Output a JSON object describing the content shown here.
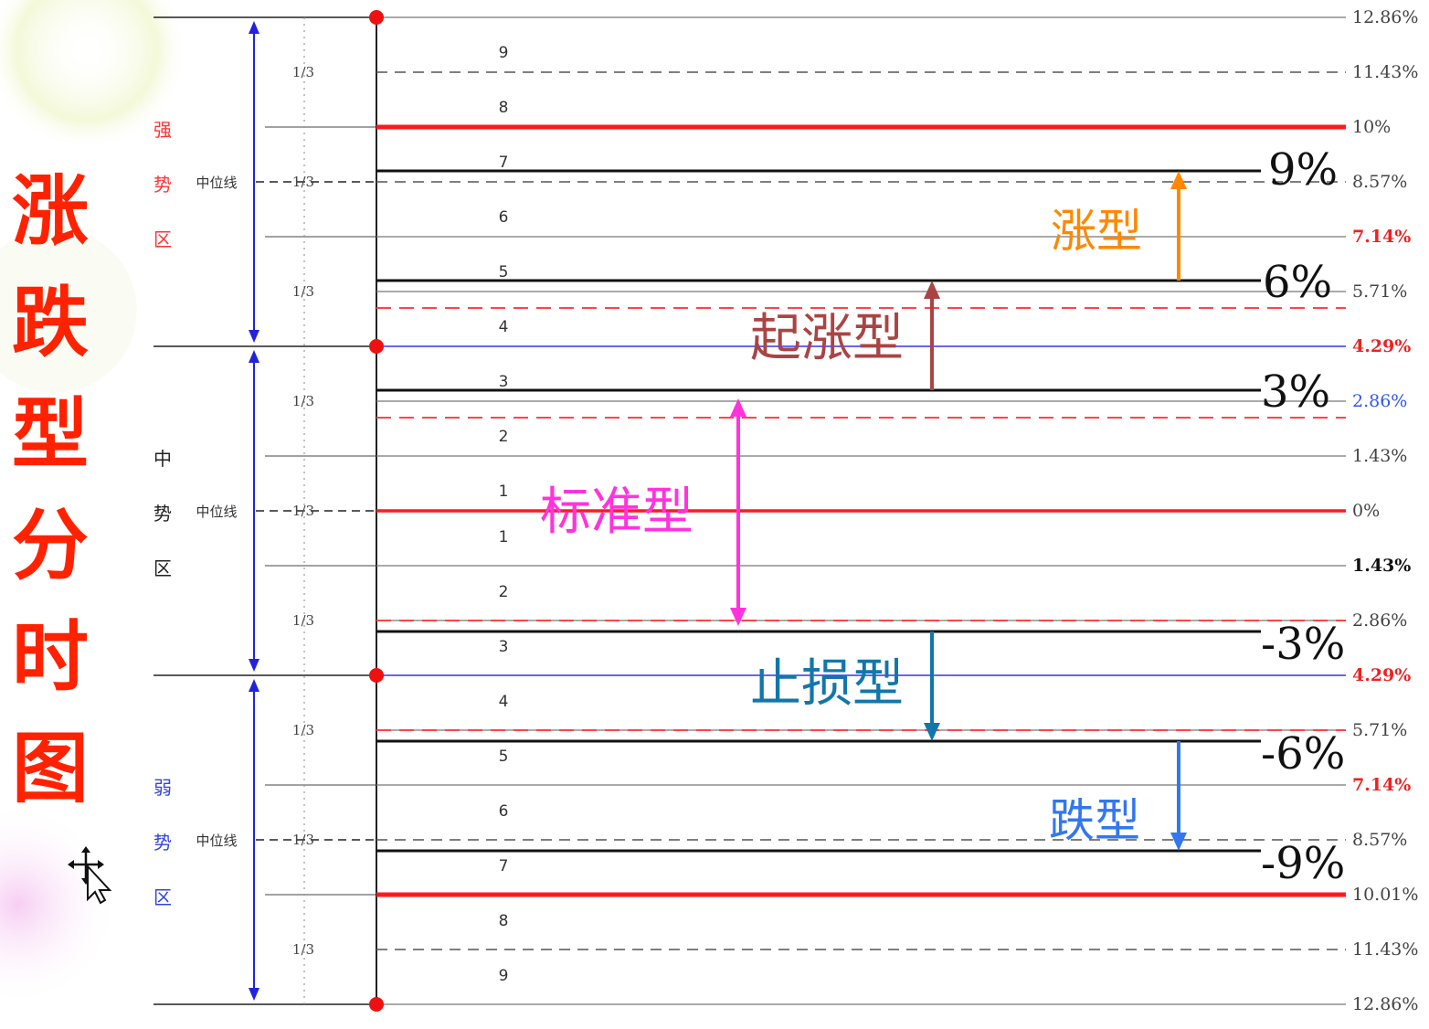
{
  "title_chars": [
    "涨",
    "跌",
    "型",
    "分",
    "时",
    "图"
  ],
  "zones": {
    "strong": {
      "chars": [
        "强",
        "势",
        "区"
      ],
      "color": "#ff3333"
    },
    "middle": {
      "chars": [
        "中",
        "势",
        "区"
      ],
      "color": "#222222"
    },
    "weak": {
      "chars": [
        "弱",
        "势",
        "区"
      ],
      "color": "#3344dd"
    }
  },
  "midline_label": "中位线",
  "third_label": "1/3",
  "step_numbers_upper": [
    "9",
    "8",
    "7",
    "6",
    "5",
    "4",
    "3",
    "2",
    "1"
  ],
  "step_numbers_lower": [
    "1",
    "2",
    "3",
    "4",
    "5",
    "6",
    "7",
    "8",
    "9"
  ],
  "right_labels": [
    {
      "text": "12.86%",
      "color": "#444444",
      "bold": false
    },
    {
      "text": "11.43%",
      "color": "#444444",
      "bold": false
    },
    {
      "text": "10%",
      "color": "#444444",
      "bold": false
    },
    {
      "text": "8.57%",
      "color": "#444444",
      "bold": false
    },
    {
      "text": "7.14%",
      "color": "#ee2222",
      "bold": true
    },
    {
      "text": "5.71%",
      "color": "#444444",
      "bold": false
    },
    {
      "text": "4.29%",
      "color": "#ee2222",
      "bold": true
    },
    {
      "text": "2.86%",
      "color": "#3355ee",
      "bold": false
    },
    {
      "text": "1.43%",
      "color": "#444444",
      "bold": false
    },
    {
      "text": "0%",
      "color": "#444444",
      "bold": false
    },
    {
      "text": "1.43%",
      "color": "#111111",
      "bold": true
    },
    {
      "text": "2.86%",
      "color": "#444444",
      "bold": false
    },
    {
      "text": "4.29%",
      "color": "#ee2222",
      "bold": true
    },
    {
      "text": "5.71%",
      "color": "#444444",
      "bold": false
    },
    {
      "text": "7.14%",
      "color": "#ee2222",
      "bold": true
    },
    {
      "text": "8.57%",
      "color": "#444444",
      "bold": false
    },
    {
      "text": "10.01%",
      "color": "#444444",
      "bold": false
    },
    {
      "text": "11.43%",
      "color": "#444444",
      "bold": false
    },
    {
      "text": "12.86%",
      "color": "#444444",
      "bold": false
    }
  ],
  "big_percents": [
    "9%",
    "6%",
    "3%",
    "-3%",
    "-6%",
    "-9%"
  ],
  "patterns": [
    {
      "name": "涨型",
      "color": "#ff8800"
    },
    {
      "name": "起涨型",
      "color": "#aa4444"
    },
    {
      "name": "标准型",
      "color": "#ff33dd"
    },
    {
      "name": "止损型",
      "color": "#1177aa"
    },
    {
      "name": "跌型",
      "color": "#3377ee"
    }
  ],
  "colors": {
    "red_line": "#ff1a1a",
    "blue_line": "#3333ee",
    "dashed_red": "#ff4444",
    "marker": "#ee1111",
    "zone_arrow": "#2222dd"
  },
  "icons": {
    "cursor": "move-cursor-icon"
  }
}
